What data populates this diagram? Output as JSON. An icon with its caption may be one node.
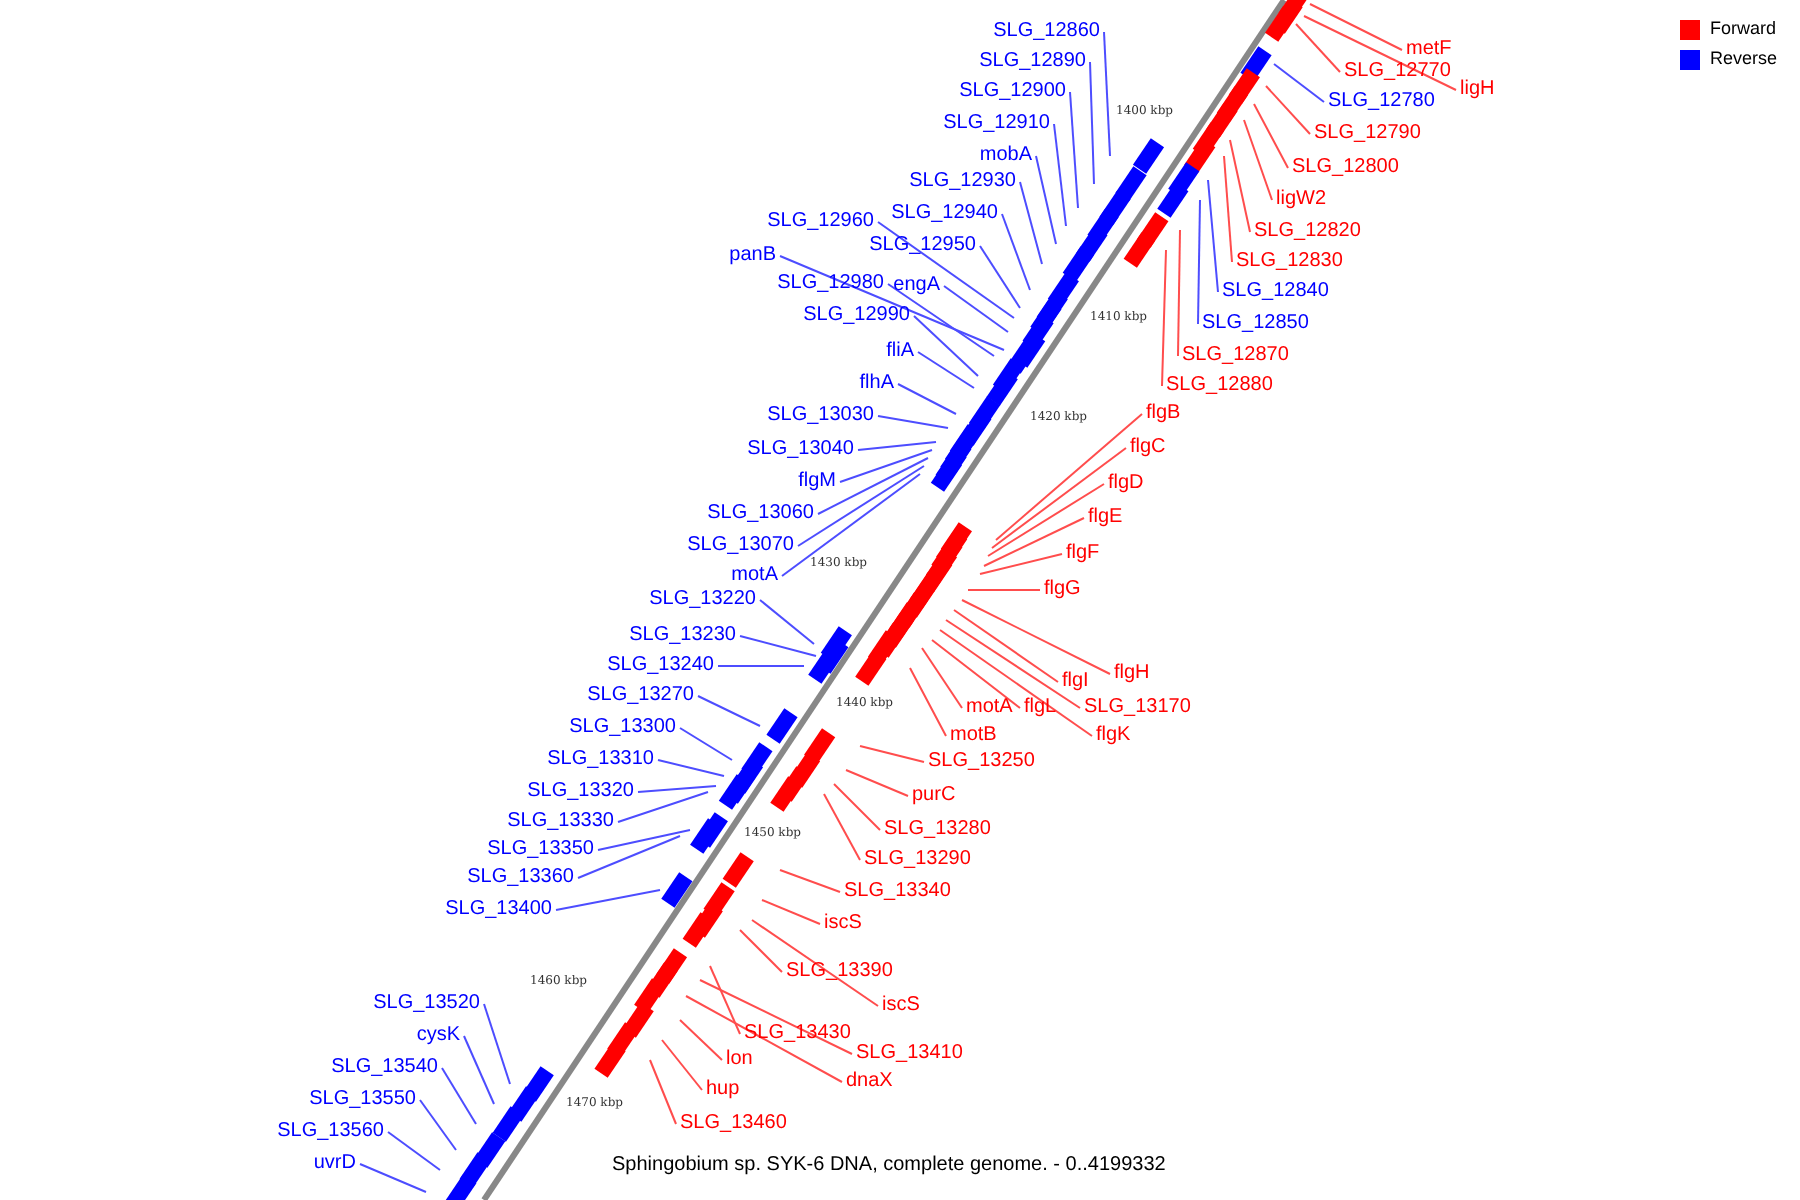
{
  "diagram": {
    "caption": "Sphingobium sp. SYK-6 DNA, complete genome. - 0..4199332",
    "nodes": [
      {
        "text": [
          "SLG_12860"
        ]
      },
      {
        "text": [
          "SLG_12890"
        ]
      },
      {
        "text": [
          "SLG_12900"
        ]
      },
      {
        "text": [
          "SLG_12910"
        ]
      },
      {
        "text": [
          "mobA"
        ]
      },
      {
        "text": [
          "SLG_12930"
        ]
      },
      {
        "text": [
          "SLG_12940"
        ]
      },
      {
        "text": [
          "SLG_12950"
        ]
      },
      {
        "text": [
          "SLG_12960"
        ]
      },
      {
        "text": [
          "panB"
        ]
      },
      {
        "text": [
          "SLG_12980"
        ]
      },
      {
        "text": [
          "engA"
        ]
      },
      {
        "text": [
          "SLG_12990"
        ]
      },
      {
        "text": [
          "fliA"
        ]
      },
      {
        "text": [
          "flhA"
        ]
      },
      {
        "text": [
          "SLG_13030"
        ]
      },
      {
        "text": [
          "SLG_13040"
        ]
      },
      {
        "text": [
          "flgM"
        ]
      },
      {
        "text": [
          "SLG_13060"
        ]
      },
      {
        "text": [
          "SLG_13070"
        ]
      },
      {
        "text": [
          "motA"
        ]
      },
      {
        "text": [
          "SLG_13220"
        ]
      },
      {
        "text": [
          "SLG_13230"
        ]
      },
      {
        "text": [
          "SLG_13240"
        ]
      },
      {
        "text": [
          "SLG_13270"
        ]
      },
      {
        "text": [
          "SLG_13300"
        ]
      },
      {
        "text": [
          "SLG_13310"
        ]
      },
      {
        "text": [
          "SLG_13320"
        ]
      },
      {
        "text": [
          "SLG_13330"
        ]
      },
      {
        "text": [
          "SLG_13350"
        ]
      },
      {
        "text": [
          "SLG_13360"
        ]
      },
      {
        "text": [
          "SLG_13400"
        ]
      },
      {
        "text": [
          "SLG_13520"
        ]
      },
      {
        "text": [
          "cysK"
        ]
      },
      {
        "text": [
          "SLG_13540"
        ]
      },
      {
        "text": [
          "SLG_13550"
        ]
      },
      {
        "text": [
          "SLG_13560"
        ]
      },
      {
        "text": [
          "uvrD"
        ]
      },
      {
        "text": [
          "metF"
        ]
      },
      {
        "text": [
          "SLG_12770"
        ]
      },
      {
        "text": [
          "ligH"
        ]
      },
      {
        "text": [
          "SLG_12780"
        ]
      },
      {
        "text": [
          "SLG_12790"
        ]
      },
      {
        "text": [
          "SLG_12800"
        ]
      },
      {
        "text": [
          "ligW2"
        ]
      },
      {
        "text": [
          "SLG_12820"
        ]
      },
      {
        "text": [
          "SLG_12830"
        ]
      },
      {
        "text": [
          "SLG_12840"
        ]
      },
      {
        "text": [
          "SLG_12850"
        ]
      },
      {
        "text": [
          "SLG_12870"
        ]
      },
      {
        "text": [
          "SLG_12880"
        ]
      },
      {
        "text": [
          "flgB"
        ]
      },
      {
        "text": [
          "flgC"
        ]
      },
      {
        "text": [
          "flgD"
        ]
      },
      {
        "text": [
          "flgE"
        ]
      },
      {
        "text": [
          "flgF"
        ]
      },
      {
        "text": [
          "flgG"
        ]
      },
      {
        "text": [
          "flgH"
        ]
      },
      {
        "text": [
          "flgI"
        ]
      },
      {
        "text": [
          "SLG_13170"
        ]
      },
      {
        "text": [
          "flgK"
        ]
      },
      {
        "text": [
          "flgL"
        ]
      },
      {
        "text": [
          "motA"
        ]
      },
      {
        "text": [
          "motB"
        ]
      },
      {
        "text": [
          "SLG_13250"
        ]
      },
      {
        "text": [
          "purC"
        ]
      },
      {
        "text": [
          "SLG_13280"
        ]
      },
      {
        "text": [
          "SLG_13290"
        ]
      },
      {
        "text": [
          "SLG_13340"
        ]
      },
      {
        "text": [
          "iscS"
        ]
      },
      {
        "text": [
          "SLG_13390"
        ]
      },
      {
        "text": [
          "iscS"
        ]
      },
      {
        "text": [
          "SLG_13430"
        ]
      },
      {
        "text": [
          "SLG_13410"
        ]
      },
      {
        "text": [
          "dnaX"
        ]
      },
      {
        "text": [
          "lon"
        ]
      },
      {
        "text": [
          "hup"
        ]
      },
      {
        "text": [
          "SLG_13460"
        ]
      }
    ],
    "edges": [
      {
        "from": 0,
        "to": null,
        "arrow": "none"
      },
      {
        "from": 1,
        "to": null,
        "arrow": "none"
      },
      {
        "from": 2,
        "to": null,
        "arrow": "none"
      },
      {
        "from": 3,
        "to": null,
        "arrow": "none"
      },
      {
        "from": 4,
        "to": null,
        "arrow": "none"
      },
      {
        "from": 5,
        "to": null,
        "arrow": "none"
      },
      {
        "from": 6,
        "to": null,
        "arrow": "none"
      },
      {
        "from": 7,
        "to": null,
        "arrow": "none"
      },
      {
        "from": 8,
        "to": null,
        "arrow": "none"
      },
      {
        "from": 9,
        "to": null,
        "arrow": "none"
      },
      {
        "from": 10,
        "to": null,
        "arrow": "none"
      },
      {
        "from": 11,
        "to": null,
        "arrow": "none"
      },
      {
        "from": 12,
        "to": null,
        "arrow": "none"
      },
      {
        "from": 13,
        "to": null,
        "arrow": "none"
      },
      {
        "from": 14,
        "to": null,
        "arrow": "none"
      },
      {
        "from": 15,
        "to": null,
        "arrow": "none"
      },
      {
        "from": 16,
        "to": null,
        "arrow": "none"
      },
      {
        "from": 17,
        "to": null,
        "arrow": "none"
      },
      {
        "from": 18,
        "to": null,
        "arrow": "none"
      },
      {
        "from": 19,
        "to": null,
        "arrow": "none"
      },
      {
        "from": 20,
        "to": null,
        "arrow": "none"
      },
      {
        "from": 21,
        "to": null,
        "arrow": "none"
      },
      {
        "from": 22,
        "to": null,
        "arrow": "none"
      },
      {
        "from": 23,
        "to": null,
        "arrow": "none"
      },
      {
        "from": 24,
        "to": null,
        "arrow": "none"
      },
      {
        "from": 25,
        "to": null,
        "arrow": "none"
      },
      {
        "from": 26,
        "to": null,
        "arrow": "none"
      },
      {
        "from": 27,
        "to": null,
        "arrow": "none"
      },
      {
        "from": 28,
        "to": null,
        "arrow": "none"
      },
      {
        "from": 29,
        "to": null,
        "arrow": "none"
      },
      {
        "from": 30,
        "to": null,
        "arrow": "none"
      },
      {
        "from": 31,
        "to": null,
        "arrow": "none"
      },
      {
        "from": 32,
        "to": null,
        "arrow": "none"
      },
      {
        "from": 33,
        "to": null,
        "arrow": "none"
      },
      {
        "from": 34,
        "to": null,
        "arrow": "none"
      },
      {
        "from": 35,
        "to": null,
        "arrow": "none"
      },
      {
        "from": 36,
        "to": null,
        "arrow": "none"
      },
      {
        "from": 37,
        "to": null,
        "arrow": "none"
      },
      {
        "from": 38,
        "to": null,
        "arrow": "none",
        "color": "#ff4d4d"
      },
      {
        "from": 39,
        "to": null,
        "arrow": "none",
        "color": "#ff4d4d"
      },
      {
        "from": 40,
        "to": null,
        "arrow": "none",
        "color": "#ff4d4d"
      },
      {
        "from": 41,
        "to": null,
        "arrow": "none"
      },
      {
        "from": 42,
        "to": null,
        "arrow": "none",
        "color": "#ff4d4d"
      },
      {
        "from": 43,
        "to": null,
        "arrow": "none",
        "color": "#ff4d4d"
      },
      {
        "from": 44,
        "to": null,
        "arrow": "none",
        "color": "#ff4d4d"
      },
      {
        "from": 45,
        "to": null,
        "arrow": "none",
        "color": "#ff4d4d"
      },
      {
        "from": 46,
        "to": null,
        "arrow": "none",
        "color": "#ff4d4d"
      },
      {
        "from": 47,
        "to": null,
        "arrow": "none"
      },
      {
        "from": 48,
        "to": null,
        "arrow": "none"
      },
      {
        "from": 49,
        "to": null,
        "arrow": "none",
        "color": "#ff4d4d"
      },
      {
        "from": 50,
        "to": null,
        "arrow": "none",
        "color": "#ff4d4d"
      },
      {
        "from": 51,
        "to": null,
        "arrow": "none",
        "color": "#ff4d4d"
      },
      {
        "from": 52,
        "to": null,
        "arrow": "none",
        "color": "#ff4d4d"
      },
      {
        "from": 53,
        "to": null,
        "arrow": "none",
        "color": "#ff4d4d"
      },
      {
        "from": 54,
        "to": null,
        "arrow": "none",
        "color": "#ff4d4d"
      },
      {
        "from": 55,
        "to": null,
        "arrow": "none",
        "color": "#ff4d4d"
      },
      {
        "from": 56,
        "to": null,
        "arrow": "none",
        "color": "#ff4d4d"
      },
      {
        "from": 57,
        "to": null,
        "arrow": "none",
        "color": "#ff4d4d"
      },
      {
        "from": 58,
        "to": null,
        "arrow": "none",
        "color": "#ff4d4d"
      },
      {
        "from": 59,
        "to": null,
        "arrow": "none",
        "color": "#ff4d4d"
      },
      {
        "from": 60,
        "to": null,
        "arrow": "none",
        "color": "#ff4d4d"
      },
      {
        "from": 61,
        "to": null,
        "arrow": "none",
        "color": "#ff4d4d"
      },
      {
        "from": 62,
        "to": null,
        "arrow": "none",
        "color": "#ff4d4d"
      },
      {
        "from": 63,
        "to": null,
        "arrow": "none",
        "color": "#ff4d4d"
      },
      {
        "from": 64,
        "to": null,
        "arrow": "none",
        "color": "#ff4d4d"
      },
      {
        "from": 65,
        "to": null,
        "arrow": "none",
        "color": "#ff4d4d"
      },
      {
        "from": 66,
        "to": null,
        "arrow": "none",
        "color": "#ff4d4d"
      },
      {
        "from": 67,
        "to": null,
        "arrow": "none",
        "color": "#ff4d4d"
      },
      {
        "from": 68,
        "to": null,
        "arrow": "none",
        "color": "#ff4d4d"
      },
      {
        "from": 69,
        "to": null,
        "arrow": "none",
        "color": "#ff4d4d"
      },
      {
        "from": 70,
        "to": null,
        "arrow": "none",
        "color": "#ff4d4d"
      },
      {
        "from": 71,
        "to": null,
        "arrow": "none",
        "color": "#ff4d4d"
      },
      {
        "from": 72,
        "to": null,
        "arrow": "none",
        "color": "#ff4d4d"
      },
      {
        "from": 73,
        "to": null,
        "arrow": "none",
        "color": "#ff4d4d"
      },
      {
        "from": 74,
        "to": null,
        "arrow": "none",
        "color": "#ff4d4d"
      },
      {
        "from": 75,
        "to": null,
        "arrow": "none",
        "color": "#ff4d4d"
      },
      {
        "from": 76,
        "to": null,
        "arrow": "none",
        "color": "#ff4d4d"
      },
      {
        "from": 77,
        "to": null,
        "arrow": "none",
        "color": "#ff4d4d"
      }
    ],
    "labels": [
      "1400 kbp",
      "1410 kbp",
      "1420 kbp",
      "1430 kbp",
      "1440 kbp",
      "1450 kbp",
      "1460 kbp",
      "1470 kbp"
    ],
    "legend": [
      {
        "text": "Forward",
        "color": "#ff0000"
      },
      {
        "text": "Reverse",
        "color": "#0000ff"
      }
    ]
  }
}
